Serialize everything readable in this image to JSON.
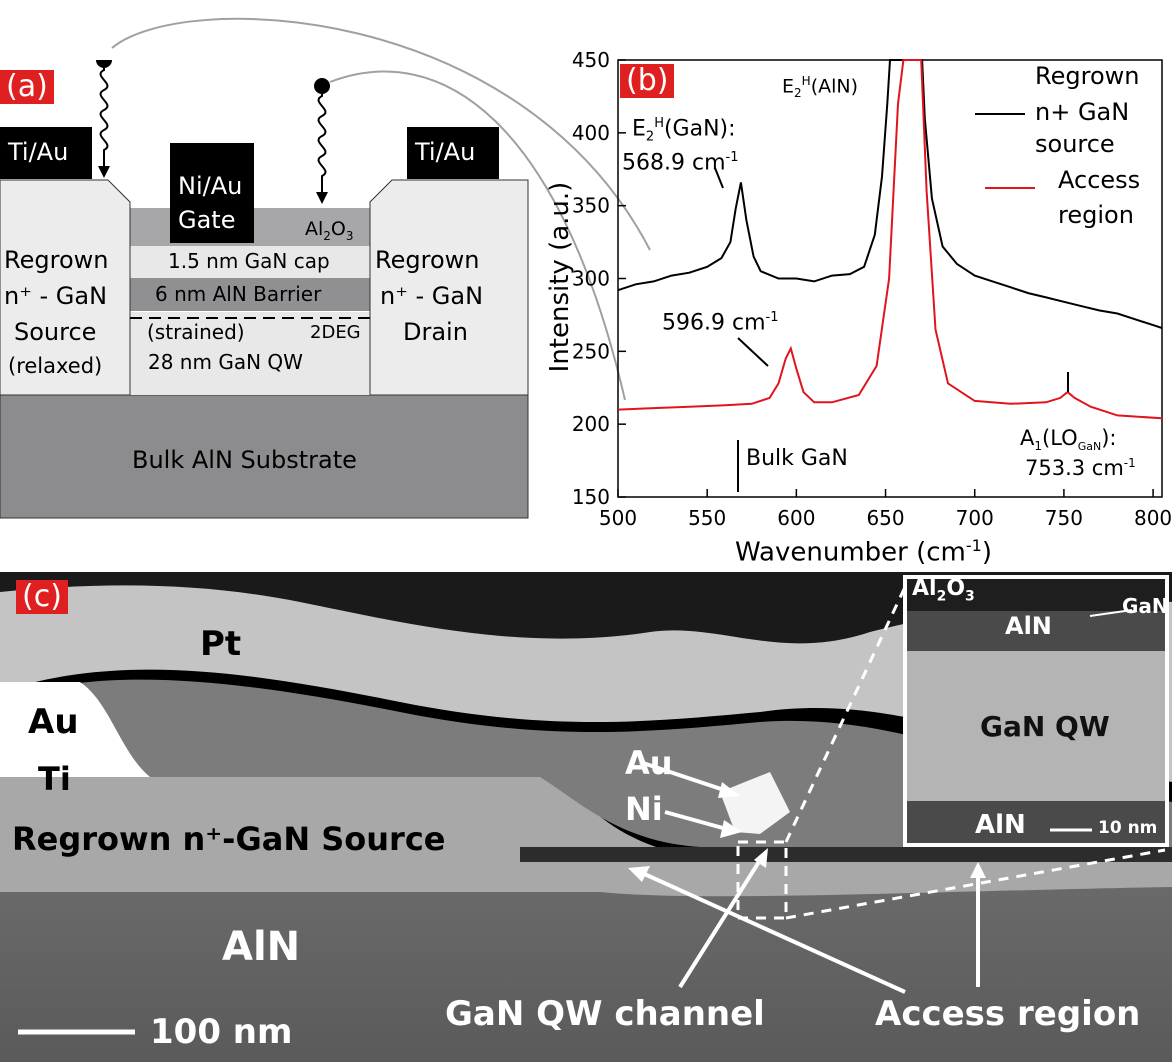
{
  "panel_a": {
    "tag": "(a)",
    "source_contact": "Ti/Au",
    "drain_contact": "Ti/Au",
    "gate_line1": "Ni/Au",
    "gate_line2": "Gate",
    "al2o3": "Al",
    "al2o3_sub2": "2",
    "al2o3_o": "O",
    "al2o3_sub3": "3",
    "cap": "1.5 nm GaN cap",
    "barrier": "6 nm AlN Barrier",
    "strained": "(strained)",
    "twodeg": "2DEG",
    "qw": "28 nm GaN QW",
    "source_line1": "Regrown",
    "source_line2": "n⁺ - GaN",
    "source_line3": "Source",
    "source_line4": "(relaxed)",
    "drain_line1": "Regrown",
    "drain_line2": "n⁺ - GaN",
    "drain_line3": "Drain",
    "substrate": "Bulk AlN Substrate"
  },
  "panel_b": {
    "tag": "(b)",
    "ylabel": "Intensity (a.u.)",
    "xlabel": "Wavenumber (cm",
    "xlabel_sup": "-1",
    "xlabel_end": ")",
    "legend_black_line1": "Regrown",
    "legend_black_line2": "n+ GaN",
    "legend_black_line3": "source",
    "legend_red_line1": "Access",
    "legend_red_line2": "region",
    "ann_e2h_aln": "E",
    "ann_e2h_aln_sub": "2",
    "ann_e2h_aln_sup": "H",
    "ann_e2h_aln_rest": "(AlN)",
    "ann_e2h_gan": "E",
    "ann_e2h_gan_sub": "2",
    "ann_e2h_gan_sup": "H",
    "ann_e2h_gan_rest": "(GaN):",
    "ann_5689": "568.9 cm",
    "ann_5689_sup": "-1",
    "ann_5969": "596.9 cm",
    "ann_5969_sup": "-1",
    "ann_a1": "A",
    "ann_a1_sub": "1",
    "ann_a1_rest": "(LO",
    "ann_a1_sub2": "GaN",
    "ann_a1_end": "):",
    "ann_7533": "753.3 cm",
    "ann_7533_sup": "-1",
    "ann_bulk": "Bulk GaN"
  },
  "panel_c": {
    "tag": "(c)",
    "pt": "Pt",
    "au_left": "Au",
    "ti_left": "Ti",
    "source": "Regrown n⁺-GaN Source",
    "aln": "AlN",
    "au_gate": "Au",
    "ni_gate": "Ni",
    "qw_channel": "GaN QW channel",
    "access": "Access region",
    "scale": "100 nm",
    "inset_al2o3": "Al",
    "inset_al2o3_sub2": "2",
    "inset_al2o3_o": "O",
    "inset_al2o3_sub3": "3",
    "inset_gan": "GaN",
    "inset_aln_top": "AlN",
    "inset_qw": "GaN QW",
    "inset_aln_bottom": "AlN",
    "inset_scale": "10 nm"
  },
  "chart_data": {
    "type": "line",
    "xlabel": "Wavenumber (cm-1)",
    "ylabel": "Intensity (a.u.)",
    "xlim": [
      500,
      805
    ],
    "ylim": [
      150,
      450
    ],
    "xticks": [
      500,
      550,
      600,
      650,
      700,
      750,
      800
    ],
    "yticks": [
      150,
      200,
      250,
      300,
      350,
      400,
      450
    ],
    "legend_position": "top-right",
    "colors": {
      "black_series": "#000000",
      "red_series": "#e0141e"
    },
    "series": [
      {
        "name": "Regrown n+ GaN source",
        "x": [
          500,
          510,
          520,
          530,
          540,
          550,
          558,
          563,
          566,
          568.9,
          572,
          576,
          580,
          590,
          600,
          610,
          620,
          630,
          638,
          644,
          648,
          651,
          652.5,
          670.5,
          672,
          676,
          682,
          690,
          700,
          710,
          720,
          730,
          740,
          750,
          760,
          770,
          780,
          790,
          800,
          805
        ],
        "y": [
          292,
          296,
          298,
          302,
          304,
          308,
          314,
          325,
          348,
          366,
          340,
          315,
          305,
          300,
          300,
          298,
          302,
          303,
          308,
          330,
          370,
          420,
          450,
          450,
          410,
          355,
          322,
          310,
          302,
          298,
          294,
          290,
          287,
          284,
          281,
          278,
          276,
          272,
          268,
          266
        ]
      },
      {
        "name": "Access region",
        "x": [
          500,
          520,
          540,
          560,
          575,
          585,
          590,
          594,
          596.9,
          600,
          604,
          610,
          620,
          635,
          645,
          652,
          657,
          660,
          670,
          673,
          678,
          685,
          700,
          720,
          740,
          748,
          752,
          756,
          765,
          780,
          805
        ],
        "y": [
          210,
          211,
          212,
          213,
          214,
          218,
          228,
          245,
          252,
          238,
          222,
          215,
          215,
          220,
          240,
          300,
          420,
          450,
          450,
          360,
          265,
          228,
          216,
          214,
          215,
          218,
          222,
          218,
          212,
          206,
          204
        ]
      }
    ],
    "annotations": [
      {
        "text": "E2H(AlN)",
        "x": 662,
        "y": 450
      },
      {
        "text": "E2H(GaN): 568.9 cm-1",
        "x": 568.9,
        "y": 366
      },
      {
        "text": "596.9 cm-1",
        "x": 596.9,
        "y": 252
      },
      {
        "text": "A1(LOGaN): 753.3 cm-1",
        "x": 753.3,
        "y": 222
      },
      {
        "text": "Bulk GaN",
        "x": 568,
        "y": 150
      }
    ]
  }
}
